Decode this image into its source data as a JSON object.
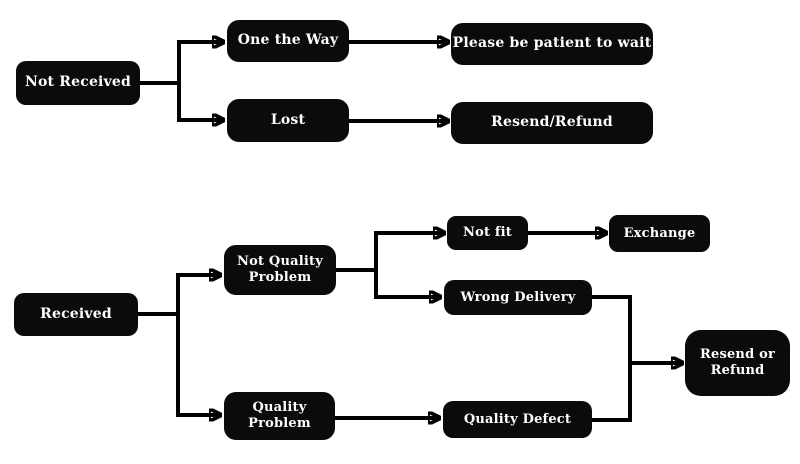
{
  "diagram": {
    "type": "flowchart",
    "background_color": "#ffffff",
    "node_fill_color": "#0b0b0b",
    "node_text_color": "#ffffff",
    "connector_color": "#000000",
    "nodes": {
      "not_received": {
        "label": "Not Received"
      },
      "one_the_way": {
        "label": "One the Way"
      },
      "please_wait": {
        "label": "Please be patient to wait"
      },
      "lost": {
        "label": "Lost"
      },
      "resend_refund": {
        "label": "Resend/Refund"
      },
      "received": {
        "label": "Received"
      },
      "not_quality_problem": {
        "label": "Not Quality\nProblem"
      },
      "quality_problem": {
        "label": "Quality\nProblem"
      },
      "not_fit": {
        "label": "Not fit"
      },
      "exchange": {
        "label": "Exchange"
      },
      "wrong_delivery": {
        "label": "Wrong Delivery"
      },
      "quality_defect": {
        "label": "Quality Defect"
      },
      "resend_or_refund": {
        "label": "Resend or\nRefund"
      }
    },
    "edges": [
      {
        "from": "Not Received",
        "to": "One the Way"
      },
      {
        "from": "Not Received",
        "to": "Lost"
      },
      {
        "from": "One the Way",
        "to": "Please be patient to wait"
      },
      {
        "from": "Lost",
        "to": "Resend/Refund"
      },
      {
        "from": "Received",
        "to": "Not Quality Problem"
      },
      {
        "from": "Received",
        "to": "Quality Problem"
      },
      {
        "from": "Not Quality Problem",
        "to": "Not fit"
      },
      {
        "from": "Not Quality Problem",
        "to": "Wrong Delivery"
      },
      {
        "from": "Not fit",
        "to": "Exchange"
      },
      {
        "from": "Wrong Delivery",
        "to": "Resend or Refund"
      },
      {
        "from": "Quality Defect",
        "to": "Resend or Refund"
      },
      {
        "from": "Quality Problem",
        "to": "Quality Defect"
      }
    ]
  }
}
